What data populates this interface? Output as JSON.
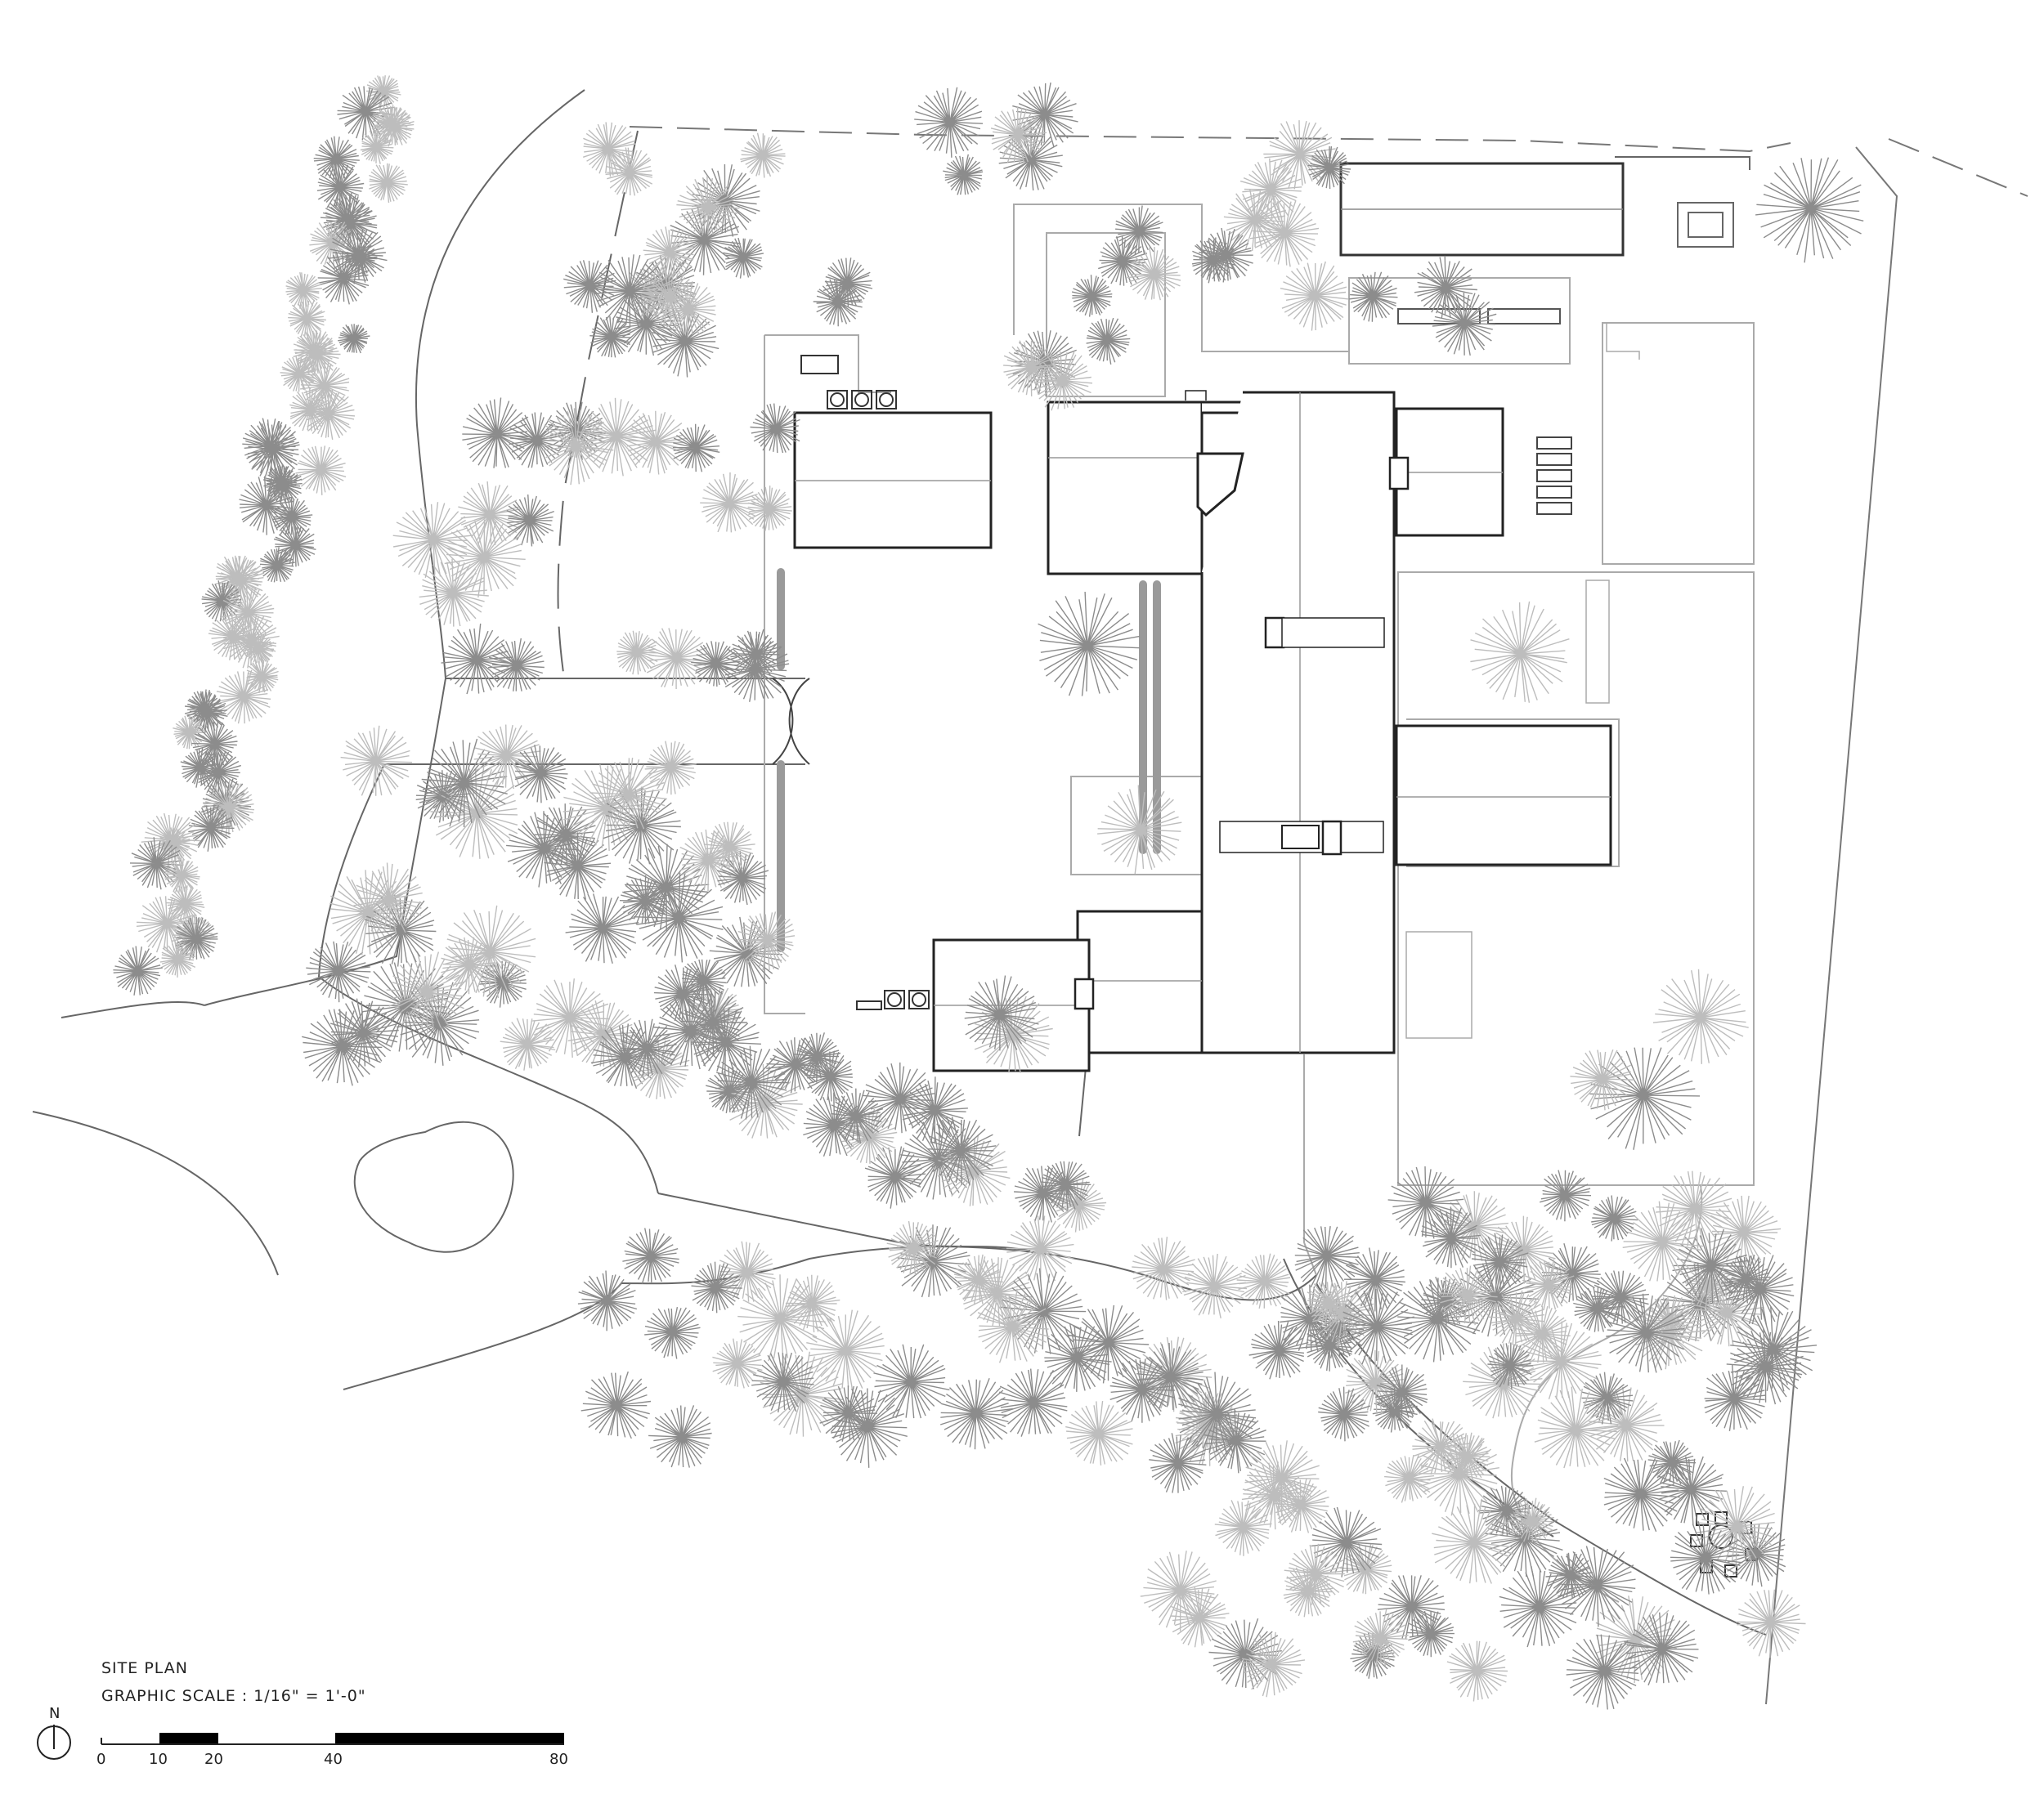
{
  "drawing": {
    "title": "SITE PLAN",
    "scale": "GRAPHIC SCALE : 1/16\" = 1'-0\"",
    "north": "N",
    "scale_ticks": [
      "0",
      "10",
      "20",
      "40",
      "80"
    ],
    "line_color": "#555555",
    "tree_dark": "#8c8c8c",
    "tree_light": "#bdbdbd"
  }
}
